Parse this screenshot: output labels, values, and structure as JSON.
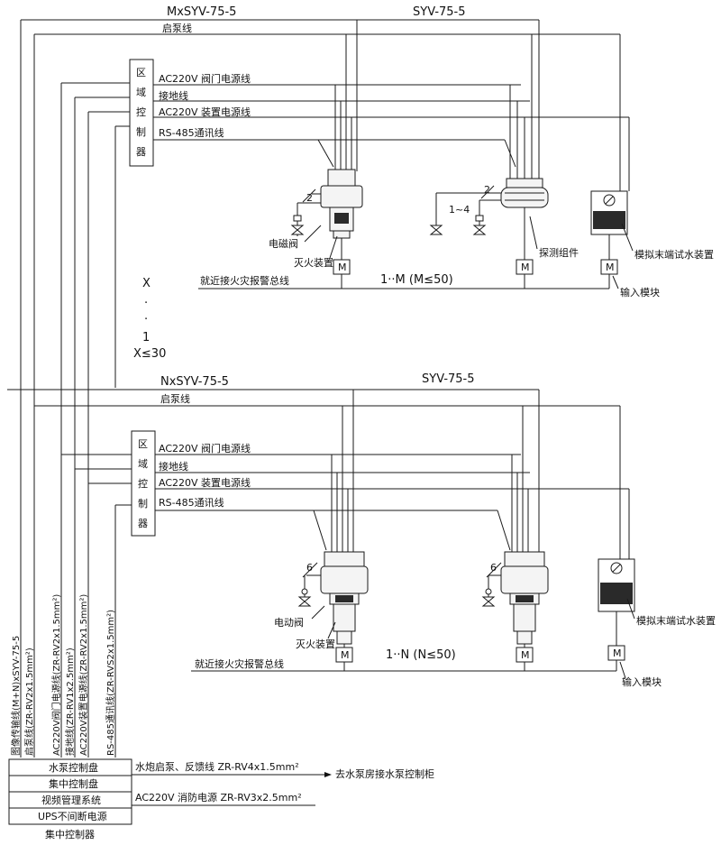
{
  "top": {
    "cable_left": "MxSYV-75-5",
    "cable_right": "SYV-75-5",
    "pump_start_line": "启泵线",
    "zone_controller": [
      "区",
      "域",
      "控",
      "制",
      "器"
    ],
    "ac_valve_power": "AC220V 阀门电源线",
    "ground_line": "接地线",
    "ac_device_power": "AC220V 装置电源线",
    "rs485": "RS-485通讯线",
    "num_2a": "2",
    "num_2b": "2",
    "range_1_4": "1~4",
    "solenoid_valve": "电磁阀",
    "extinguisher": "灭火装置",
    "detector": "探测组件",
    "test_device": "模拟末端试水装置",
    "module_m": "M",
    "alarm_bus": "就近接火灾报警总线",
    "count": "1··M (M≤50)",
    "input_module": "输入模块"
  },
  "middle": {
    "x": "X",
    "dot1": "·",
    "dot2": "·",
    "one": "1",
    "x_limit": "X≤30"
  },
  "bottom": {
    "cable_left": "NxSYV-75-5",
    "cable_right": "SYV-75-5",
    "pump_start_line": "启泵线",
    "zone_controller": [
      "区",
      "域",
      "控",
      "制",
      "器"
    ],
    "ac_valve_power": "AC220V 阀门电源线",
    "ground_line": "接地线",
    "ac_device_power": "AC220V 装置电源线",
    "rs485": "RS-485通讯线",
    "num_6a": "6",
    "num_6b": "6",
    "motor_valve": "电动阀",
    "extinguisher": "灭火装置",
    "test_device": "模拟末端试水装置",
    "module_m": "M",
    "alarm_bus": "就近接火灾报警总线",
    "count": "1··N (N≤50)",
    "input_module": "输入模块"
  },
  "vertical_labels": [
    "图像传输线(M+N)xSYV-75-5",
    "启泵线(ZR-RV2x1.5mm²)",
    "AC220V阀门电源线(ZR-RV2x1.5mm²)",
    "接地线(ZR-RV1x2.5mm²)",
    "AC220V装置电源线(ZR-RV2x1.5mm²)",
    "RS-485通讯线(ZR-RVS2x1.5mm²)"
  ],
  "panel": {
    "rows": [
      "水泵控制盘",
      "集中控制盘",
      "视频管理系统",
      "UPS不间断电源"
    ],
    "footer": "集中控制器",
    "wire1": "水炮启泵、反馈线 ZR-RV4x1.5mm²",
    "to_pump_room": "去水泵房接水泵控制柜",
    "wire2": "AC220V 消防电源 ZR-RV3x2.5mm²"
  }
}
